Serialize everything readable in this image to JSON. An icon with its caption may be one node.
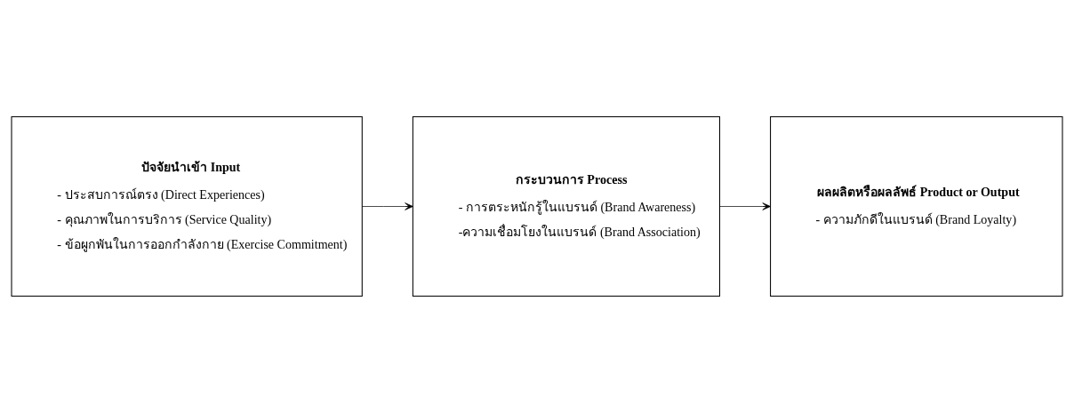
{
  "diagram": {
    "nodes": [
      {
        "text": [
          "ปัจจัยนำเข้า Input",
          "- ประสบการณ์ตรง (Direct Experiences)",
          "- คุณภาพในการบริการ (Service Quality)",
          "- ข้อผูกพันในการออกกำลังกาย (Exercise Commitment)"
        ]
      },
      {
        "text": [
          "กระบวนการ Process",
          "- การตระหนักรู้ในแบรนด์ (Brand Awareness)",
          "-ความเชื่อมโยงในแบรนด์ (Brand Association)"
        ]
      },
      {
        "text": [
          "ผลผลิตหรือผลลัพธ์ Product or Output",
          "- ความภักดีในแบรนด์ (Brand Loyalty)"
        ]
      }
    ],
    "edges": [
      {
        "from": 0,
        "to": 1,
        "arrow": "to"
      },
      {
        "from": 1,
        "to": 2,
        "arrow": "to"
      }
    ]
  }
}
